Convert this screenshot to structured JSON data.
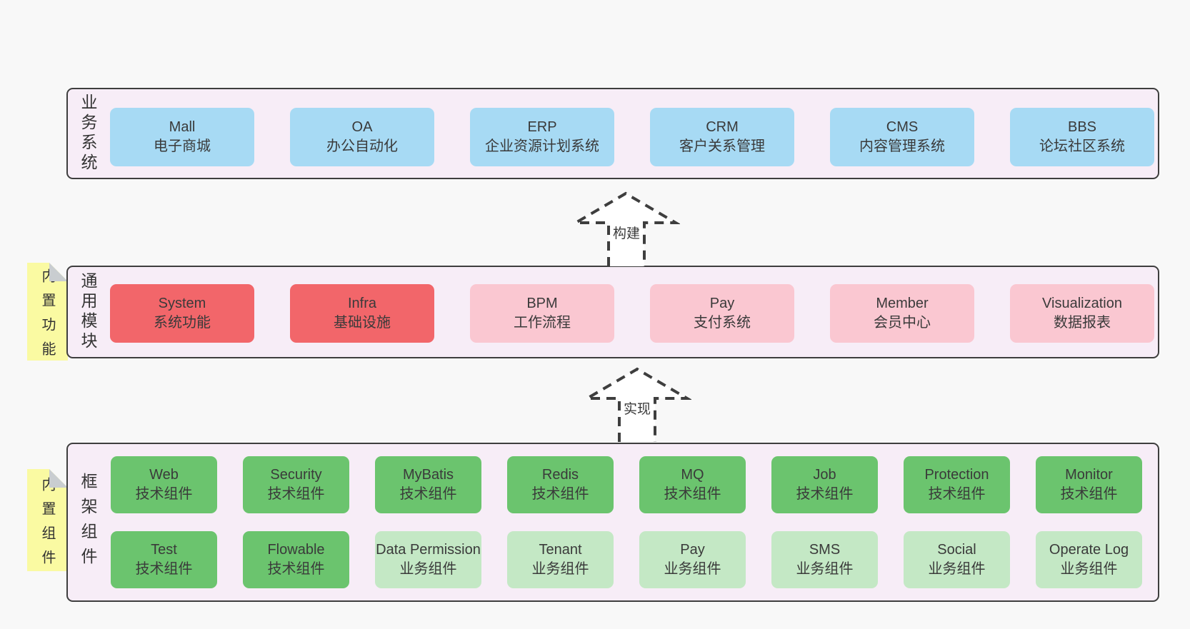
{
  "colors": {
    "page_bg": "#f8f8f8",
    "layer_bg": "#f7edf7",
    "layer_border": "#3e3e3e",
    "blue": "#a7daf4",
    "red": "#f2666a",
    "pink": "#fac7d1",
    "green": "#6bc46e",
    "light_green": "#c4e8c5",
    "yellow_tag": "#fafaa2",
    "fold_gray": "#c9cdd0",
    "text": "#3b3b3b"
  },
  "layers": {
    "business": {
      "label": "业务系统",
      "boxes": [
        {
          "name": "Mall",
          "desc": "电子商城"
        },
        {
          "name": "OA",
          "desc": "办公自动化"
        },
        {
          "name": "ERP",
          "desc": "企业资源计划系统"
        },
        {
          "name": "CRM",
          "desc": "客户关系管理"
        },
        {
          "name": "CMS",
          "desc": "内容管理系统"
        },
        {
          "name": "BBS",
          "desc": "论坛社区系统"
        }
      ]
    },
    "modules": {
      "label": "通用模块",
      "tag": "内置功能",
      "boxes": [
        {
          "name": "System",
          "desc": "系统功能",
          "variant": "red"
        },
        {
          "name": "Infra",
          "desc": "基础设施",
          "variant": "red"
        },
        {
          "name": "BPM",
          "desc": "工作流程",
          "variant": "pink"
        },
        {
          "name": "Pay",
          "desc": "支付系统",
          "variant": "pink"
        },
        {
          "name": "Member",
          "desc": "会员中心",
          "variant": "pink"
        },
        {
          "name": "Visualization",
          "desc": "数据报表",
          "variant": "pink"
        }
      ]
    },
    "components": {
      "label": "框架组件",
      "tag": "内置组件",
      "row1": [
        {
          "name": "Web",
          "desc": "技术组件",
          "variant": "green"
        },
        {
          "name": "Security",
          "desc": "技术组件",
          "variant": "green"
        },
        {
          "name": "MyBatis",
          "desc": "技术组件",
          "variant": "green"
        },
        {
          "name": "Redis",
          "desc": "技术组件",
          "variant": "green"
        },
        {
          "name": "MQ",
          "desc": "技术组件",
          "variant": "green"
        },
        {
          "name": "Job",
          "desc": "技术组件",
          "variant": "green"
        },
        {
          "name": "Protection",
          "desc": "技术组件",
          "variant": "green"
        },
        {
          "name": "Monitor",
          "desc": "技术组件",
          "variant": "green"
        }
      ],
      "row2": [
        {
          "name": "Test",
          "desc": "技术组件",
          "variant": "green"
        },
        {
          "name": "Flowable",
          "desc": "技术组件",
          "variant": "green"
        },
        {
          "name": "Data Permission",
          "desc": "业务组件",
          "variant": "lightgreen"
        },
        {
          "name": "Tenant",
          "desc": "业务组件",
          "variant": "lightgreen"
        },
        {
          "name": "Pay",
          "desc": "业务组件",
          "variant": "lightgreen"
        },
        {
          "name": "SMS",
          "desc": "业务组件",
          "variant": "lightgreen"
        },
        {
          "name": "Social",
          "desc": "业务组件",
          "variant": "lightgreen"
        },
        {
          "name": "Operate Log",
          "desc": "业务组件",
          "variant": "lightgreen"
        }
      ]
    }
  },
  "arrows": [
    {
      "label": "构建"
    },
    {
      "label": "实现"
    }
  ]
}
